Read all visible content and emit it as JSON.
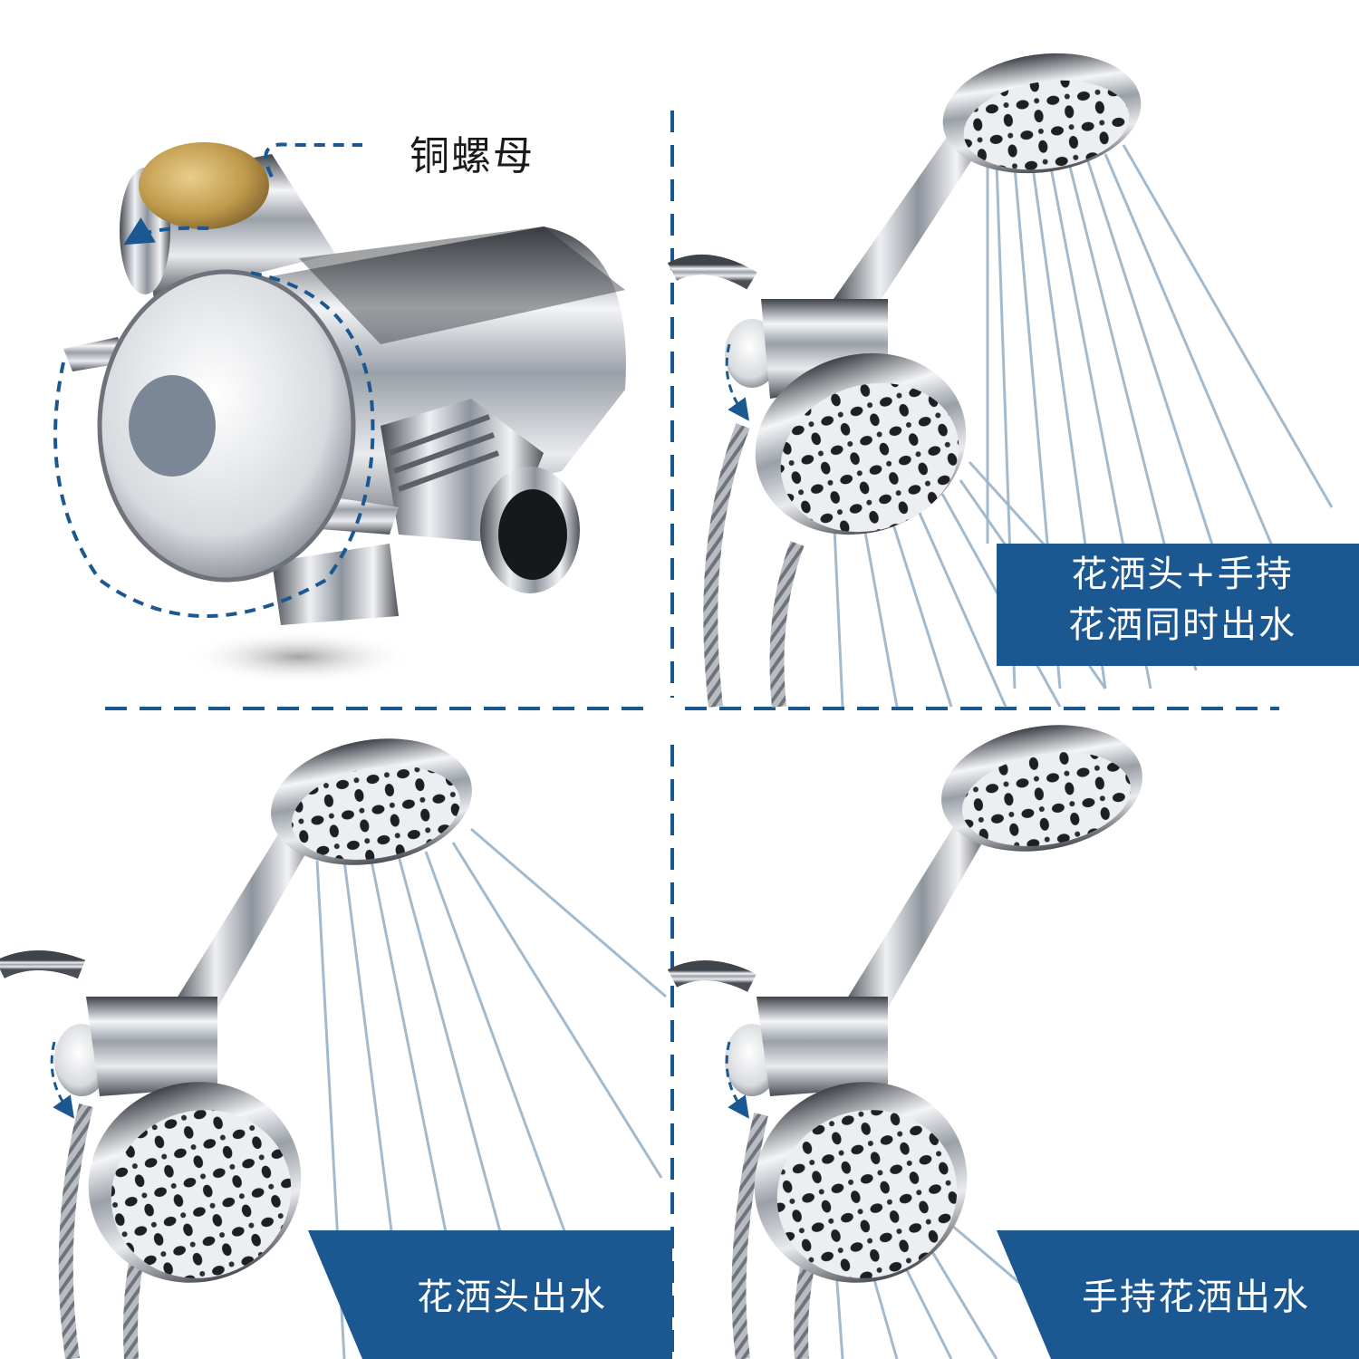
{
  "callout": {
    "text": "铜螺母"
  },
  "panels": {
    "both": {
      "line1": "花洒头+手持",
      "line2": "花洒同时出水"
    },
    "head": {
      "label": "花洒头出水"
    },
    "hand": {
      "label": "手持花洒出水"
    }
  },
  "colors": {
    "accent": "#1b5791",
    "divider": "#1b5791",
    "chrome_dark": "#5a5e66",
    "chrome_light": "#e8eaee",
    "brass": "#c8a45a",
    "water": "#9ab3c8"
  },
  "icons": [
    "rotate-arrow-icon",
    "brass-nut",
    "diverter-valve",
    "shower-head",
    "handheld-shower"
  ]
}
